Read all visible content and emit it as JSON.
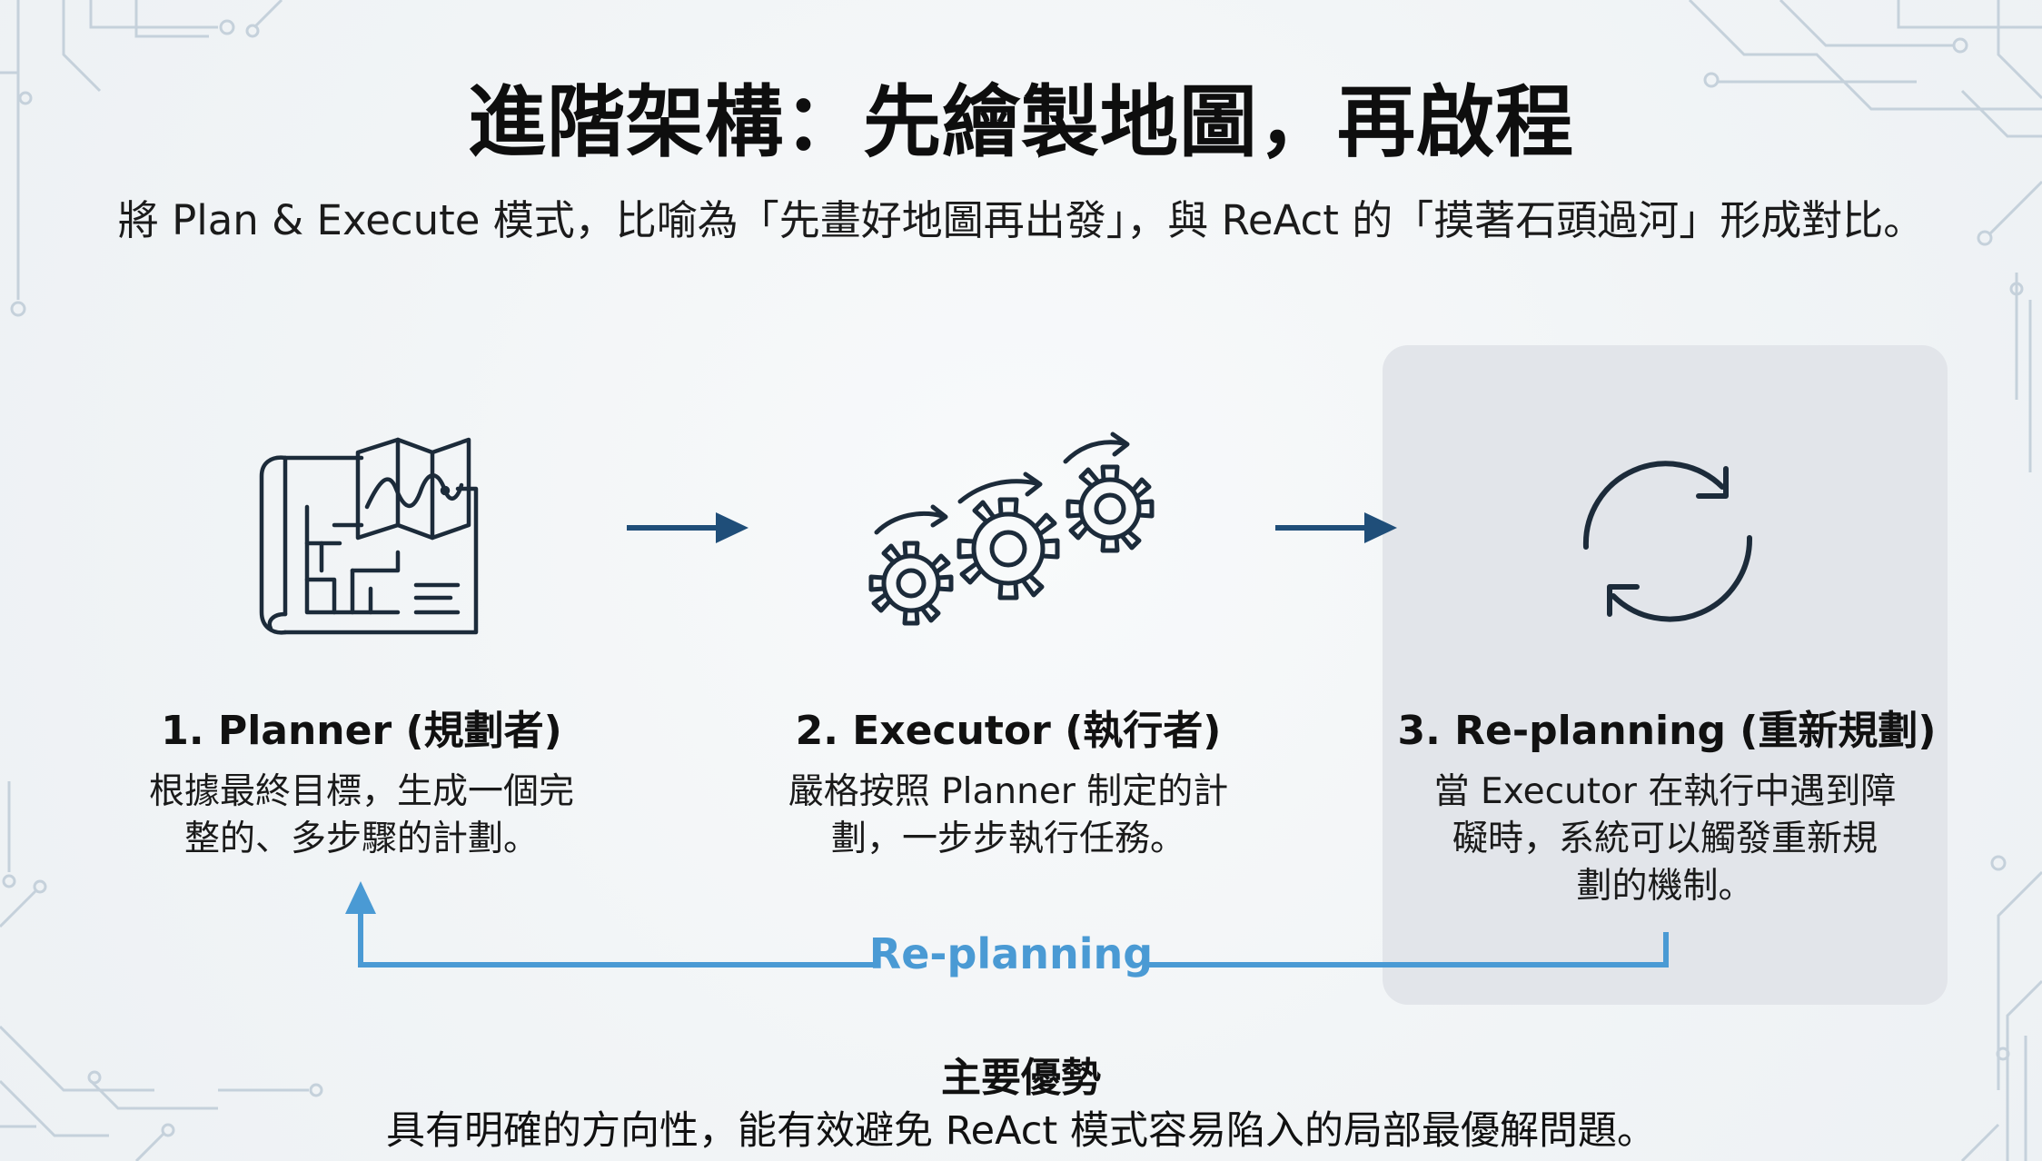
{
  "title": "進階架構：先繪製地圖，再啟程",
  "subtitle": "將 Plan & Execute 模式，比喻為「先畫好地圖再出發」，與 ReAct 的「摸著石頭過河」形成對比。",
  "steps": [
    {
      "title": "1. Planner (規劃者)",
      "desc_lines": [
        "根據最終目標，生成一個完",
        "整的、多步驟的計劃。"
      ],
      "icon": "blueprint-map-icon"
    },
    {
      "title": "2. Executor (執行者)",
      "desc_lines": [
        "嚴格按照 Planner 制定的計",
        "劃，一步步執行任務。"
      ],
      "icon": "gears-icon"
    },
    {
      "title": "3. Re-planning (重新規劃)",
      "desc_lines": [
        "當 Executor 在執行中遇到障",
        "礙時，系統可以觸發重新規",
        "劃的機制。"
      ],
      "icon": "refresh-cycle-icon"
    }
  ],
  "loop_label": "Re-planning",
  "advantage": {
    "title": "主要優勢",
    "text": "具有明確的方向性，能有效避免 ReAct 模式容易陷入的局部最優解問題。"
  },
  "colors": {
    "dark_arrow": "#1f4e79",
    "loop_line": "#4a9ad4",
    "icon_stroke": "#1c2b3a",
    "panel": "#e2e5ea",
    "circuit": "#c5d1db"
  }
}
